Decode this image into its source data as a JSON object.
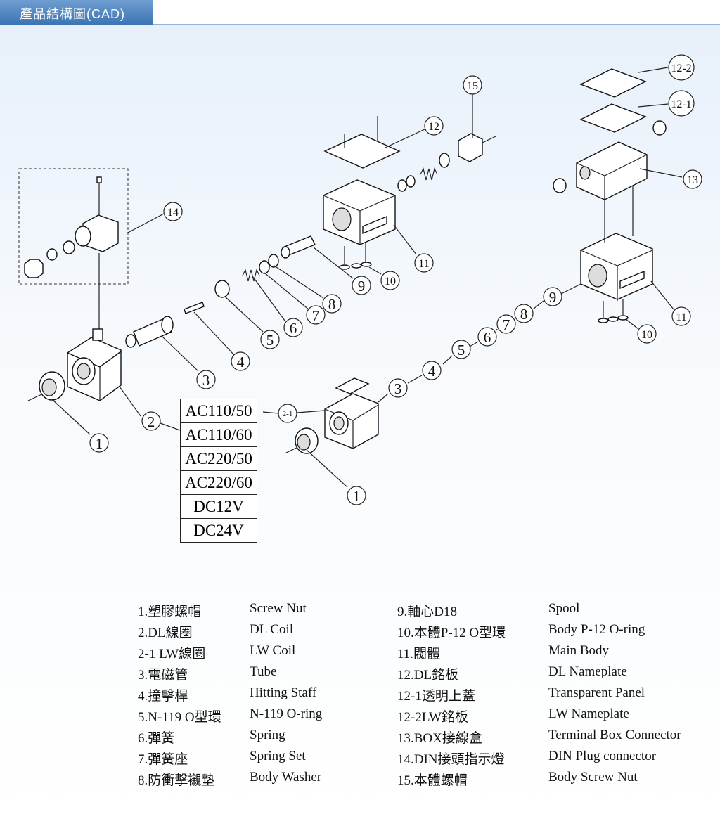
{
  "header": {
    "title": "產品結構圖(CAD)"
  },
  "callouts": {
    "c1": "1",
    "c1b": "1",
    "c2": "2",
    "c21": "2-1",
    "c3": "3",
    "c3b": "3",
    "c4": "4",
    "c4b": "4",
    "c5": "5",
    "c5b": "5",
    "c6": "6",
    "c6b": "6",
    "c7": "7",
    "c7b": "7",
    "c8": "8",
    "c8b": "8",
    "c9": "9",
    "c9b": "9",
    "c10": "10",
    "c10b": "10",
    "c11": "11",
    "c11b": "11",
    "c12": "12",
    "c121": "12-1",
    "c122": "12-2",
    "c13": "13",
    "c14": "14",
    "c15": "15"
  },
  "coil_table": [
    "AC110/50",
    "AC110/60",
    "AC220/50",
    "AC220/60",
    "DC12V",
    "DC24V"
  ],
  "legend": {
    "left": [
      {
        "zh": "1.塑膠螺帽",
        "en": "Screw Nut"
      },
      {
        "zh": "2.DL線圈",
        "en": "DL Coil"
      },
      {
        "zh": "2-1  LW線圈",
        "en": "LW Coil"
      },
      {
        "zh": "3.電磁管",
        "en": "Tube"
      },
      {
        "zh": "4.撞擊桿",
        "en": "Hitting Staff"
      },
      {
        "zh": "5.N-119  O型環",
        "en": "N-119 O-ring"
      },
      {
        "zh": "6.彈簧",
        "en": "Spring"
      },
      {
        "zh": "7.彈簧座",
        "en": "Spring Set"
      },
      {
        "zh": "8.防衝擊襯墊",
        "en": "Body Washer"
      }
    ],
    "right": [
      {
        "zh": "9.軸心D18",
        "en": "Spool"
      },
      {
        "zh": "10.本體P-12  O型環",
        "en": "Body P-12 O-ring"
      },
      {
        "zh": "11.閥體",
        "en": "Main Body"
      },
      {
        "zh": "12.DL銘板",
        "en": "DL Nameplate"
      },
      {
        "zh": "12-1透明上蓋",
        "en": "Transparent Panel"
      },
      {
        "zh": "12-2LW銘板",
        "en": "LW Nameplate"
      },
      {
        "zh": "13.BOX接線盒",
        "en": "Terminal Box Connector"
      },
      {
        "zh": "14.DIN接頭指示燈",
        "en": "DIN Plug connector"
      },
      {
        "zh": "15.本體螺帽",
        "en": "Body Screw Nut"
      }
    ]
  }
}
